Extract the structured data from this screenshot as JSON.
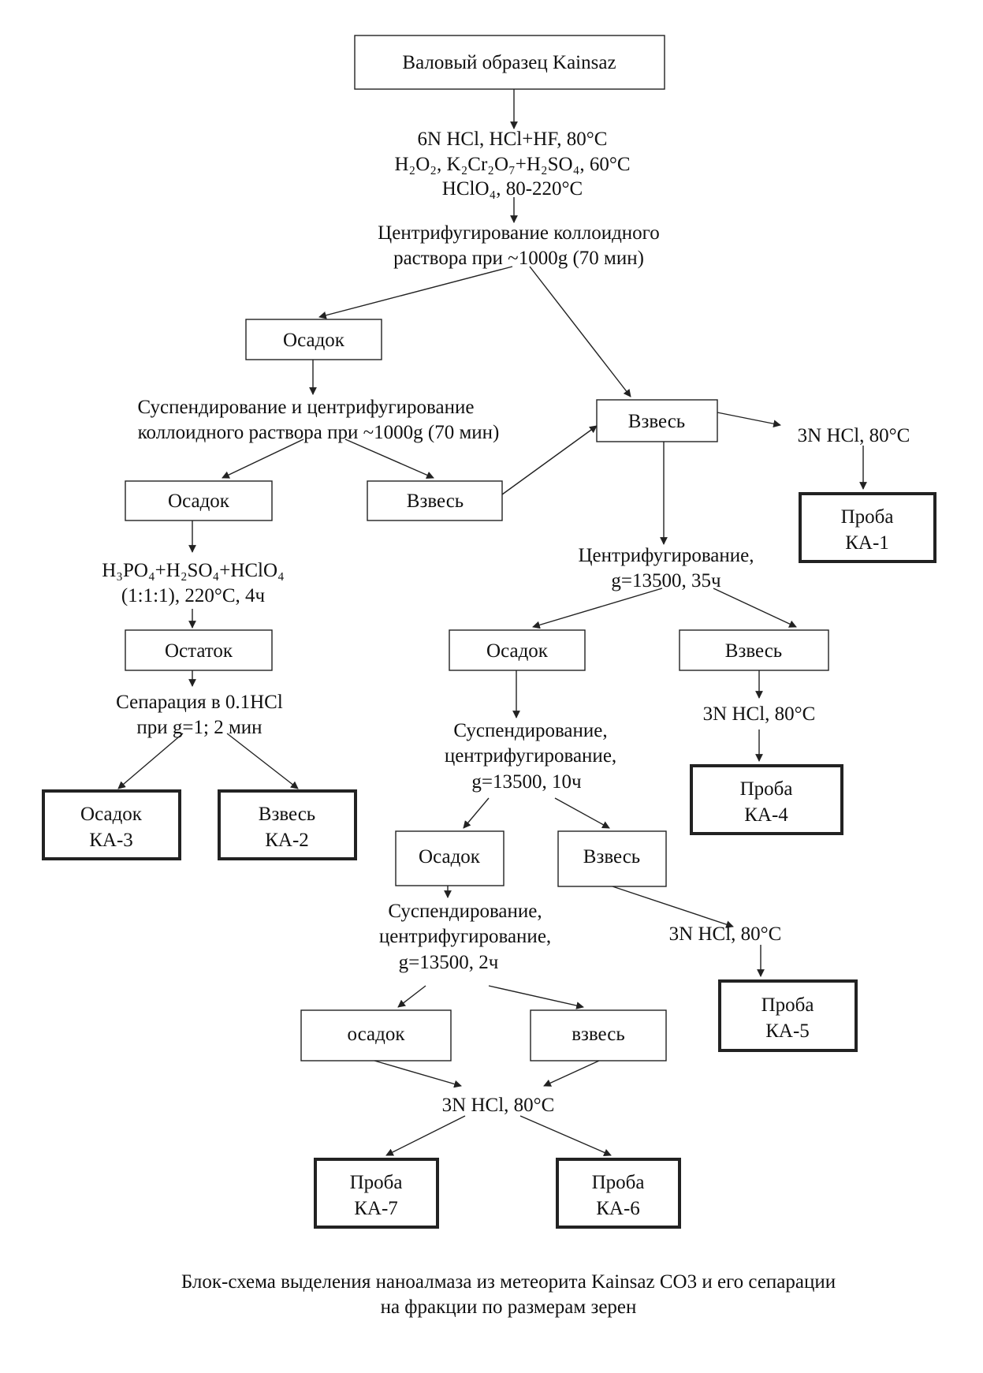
{
  "nodes": {
    "bulk": "Валовый образец Kainsaz",
    "osadok1": "Осадок",
    "vzves1": "Взвесь",
    "osadok2": "Осадок",
    "vzves2": "Взвесь",
    "ostatok": "Остаток",
    "ka3": [
      "Осадок",
      "КА-3"
    ],
    "ka2": [
      "Взвесь",
      "КА-2"
    ],
    "ka1": [
      "Проба",
      "КА-1"
    ],
    "osadok3": "Осадок",
    "vzves3": "Взвесь",
    "ka4": [
      "Проба",
      "КА-4"
    ],
    "osadok4": "Осадок",
    "vzves4": "Взвесь",
    "ka5": [
      "Проба",
      "КА-5"
    ],
    "osadok5": "осадок",
    "vzves5": "взвесь",
    "ka7": [
      "Проба",
      "КА-7"
    ],
    "ka6": [
      "Проба",
      "КА-6"
    ]
  },
  "steps": {
    "treatment": [
      "6N HCl, HCl+HF, 80°C",
      "H₂O₂, K₂Cr₂O₇+H₂SO₄, 60°C",
      "HClO₄, 80-220°C"
    ],
    "centr1": [
      "Центрифугирование коллоидного",
      "раствора при ~1000g (70 мин)"
    ],
    "susp1": [
      "Суспендирование и центрифугирование",
      "коллоидного раствора при ~1000g (70 мин)"
    ],
    "acid_mix": [
      "H₃PO₄+H₂SO₄+HClO₄",
      "(1:1:1), 220°C, 4ч"
    ],
    "separation": [
      "Сепарация в 0.1HCl",
      "при g=1;  2 мин"
    ],
    "hcl_a": "3N HCl, 80°C",
    "centr2": [
      "Центрифугирование,",
      "g=13500, 35ч"
    ],
    "hcl_b": "3N HCl, 80°C",
    "susp2": [
      "Суспендирование,",
      "центрифугирование,",
      "g=13500, 10ч"
    ],
    "hcl_c": "3N HCl, 80°C",
    "susp3": [
      "Суспендирование,",
      "центрифугирование,",
      "g=13500, 2ч"
    ],
    "hcl_d": "3N HCl, 80°C"
  },
  "caption": [
    "Блок-схема выделения наноалмаза из метеорита Kainsaz CO3 и его сепарации",
    "на фракции по размерам зерен"
  ]
}
